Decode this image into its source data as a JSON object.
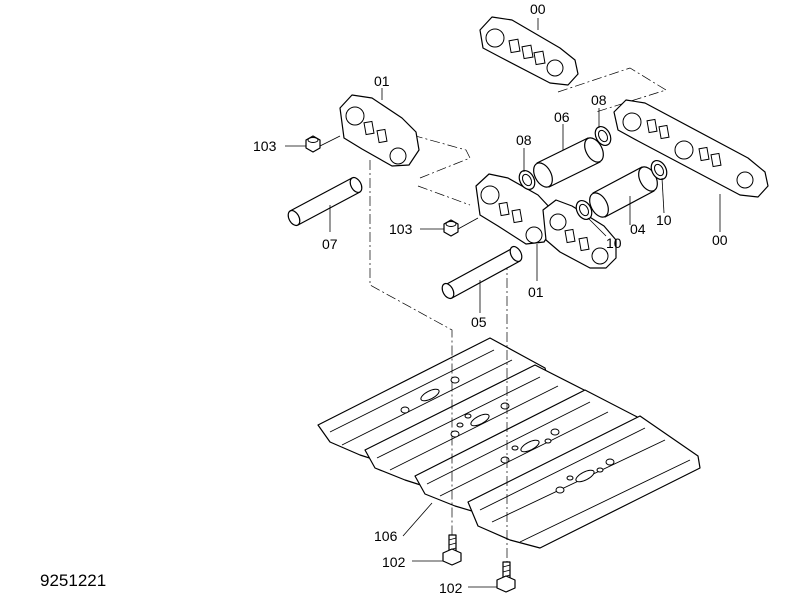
{
  "labels": {
    "link_top": "00",
    "link_right": "00",
    "link_left": "01",
    "link_center": "01",
    "pin_left": "07",
    "pin_center": "05",
    "bushing_upper": "06",
    "bushing_lower": "04",
    "seal_upper_left": "08",
    "seal_upper_right": "08",
    "spacer_mid": "10",
    "spacer_right": "10",
    "nut_left": "103",
    "nut_center": "103",
    "shoe": "106",
    "bolt_left": "102",
    "bolt_right": "102"
  },
  "document_number": "9251221"
}
